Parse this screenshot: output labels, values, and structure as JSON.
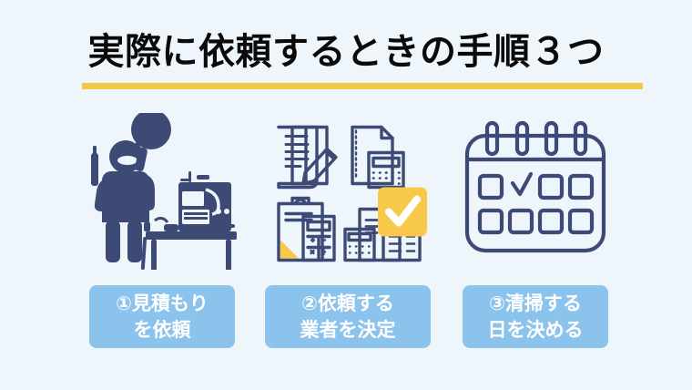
{
  "slide": {
    "background_color": "#eff6fb",
    "title": {
      "text": "実際に依頼するときの手順３つ",
      "color": "#0a0a0a",
      "underline_color": "#f2c94c"
    },
    "accent_colors": {
      "navy": "#3e4a76",
      "sky_blue": "#8cc3ec",
      "yellow": "#f8c84a",
      "white": "#ffffff"
    },
    "steps": [
      {
        "number": "①",
        "line1": "①見積もり",
        "line2": "を依頼",
        "illustration": "person-calling-on-phone-at-desk-icon"
      },
      {
        "number": "②",
        "line1": "②依頼する",
        "line2": "業者を決定",
        "illustration": "documents-calculators-checkmark-icon"
      },
      {
        "number": "③",
        "line1": "③清掃する",
        "line2": "日を決める",
        "illustration": "calendar-with-checkmark-icon"
      }
    ]
  }
}
